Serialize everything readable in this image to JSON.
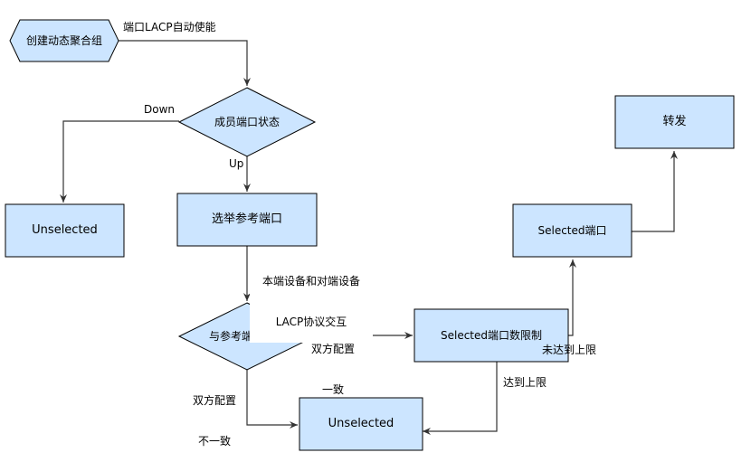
{
  "colors": {
    "box_fill": "#cce5ff",
    "hex_fill": "#cce5ff",
    "stroke": "#000000",
    "edge": "#333333"
  },
  "nodes": {
    "create_group": "创建动态聚合组",
    "member_port_state": "成员端口状态",
    "unselected_left": "Unselected",
    "elect_reference_port": "选举参考端口",
    "compare_with_reference": "与参考端口对比",
    "selected_port_limit": "Selected端口数限制",
    "unselected_bottom": "Unselected",
    "selected_port": "Selected端口",
    "forward": "转发"
  },
  "edge_labels": {
    "lacp_enable": "端口LACP自动使能",
    "down": "Down",
    "up": "Up",
    "lacp_interaction_line1": "本端设备和对端设备",
    "lacp_interaction_line2": "LACP协议交互",
    "config_consistent_line1": "双方配置",
    "config_consistent_line2": "一致",
    "config_inconsistent_line1": "双方配置",
    "config_inconsistent_line2": "不一致",
    "limit_not_reached": "未达到上限",
    "limit_reached": "达到上限"
  }
}
